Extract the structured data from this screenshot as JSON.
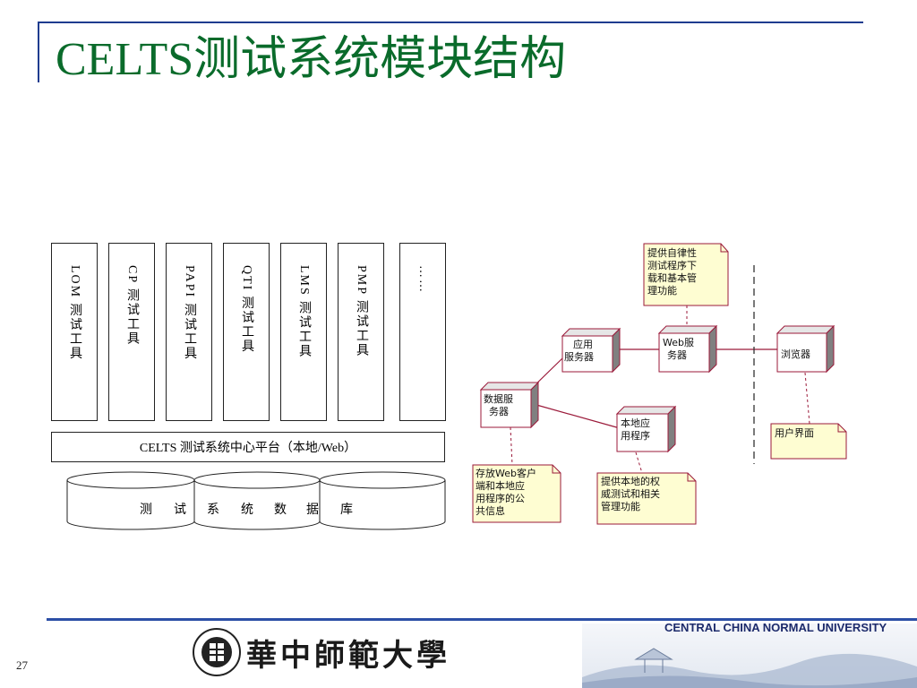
{
  "title": "CELTS测试系统模块结构",
  "tools": [
    {
      "label": "LOM 测试工具"
    },
    {
      "label": "CP 测试工具"
    },
    {
      "label": "PAPI 测试工具"
    },
    {
      "label": "QTI 测试工具"
    },
    {
      "label": "LMS 测试工具"
    },
    {
      "label": "PMP 测试工具"
    },
    {
      "label": "……"
    }
  ],
  "platform_label": "CELTS 测试系统中心平台（本地/Web）",
  "database_chars": [
    "测",
    "试",
    "系",
    "统",
    "数",
    "据",
    "库"
  ],
  "nodes": {
    "app_server": [
      "应用",
      "服务器"
    ],
    "web_server": [
      "Web服",
      "务器"
    ],
    "browser": [
      "浏览器"
    ],
    "data_server": [
      "数据服",
      "务器"
    ],
    "local_app": [
      "本地应",
      "用程序"
    ]
  },
  "notes": {
    "web_note": [
      "提供自律性",
      "测试程序下",
      "载和基本管",
      "理功能"
    ],
    "ui_note": [
      "用户界面"
    ],
    "data_note": [
      "存放Web客户",
      "端和本地应",
      "用程序的公",
      "共信息"
    ],
    "local_note": [
      "提供本地的权",
      "威测试和相关",
      "管理功能"
    ]
  },
  "page_number": "27",
  "university_en": "CENTRAL CHINA NORMAL UNIVERSITY",
  "university_cn": "華中師範大學",
  "colors": {
    "title": "#0a6b2b",
    "rule": "#1f3c8f",
    "note_fill": "#fefdd2",
    "node_line": "#9b1a3a"
  }
}
